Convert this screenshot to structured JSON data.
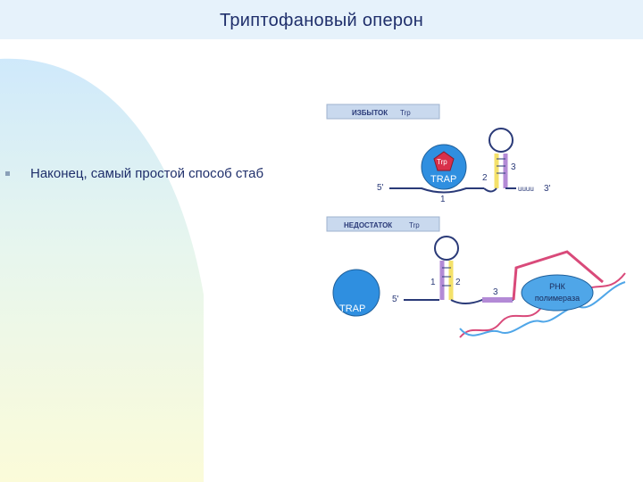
{
  "page": {
    "title": "Триптофановый оперон"
  },
  "bullet": {
    "text": "Наконец, самый простой способ стаб"
  },
  "diagram": {
    "excess_panel": {
      "label": "ИЗБЫТОК",
      "sublabel": "Trp"
    },
    "deficit_panel": {
      "label": "НЕДОСТАТОК",
      "sublabel": "Trp"
    },
    "trp_label": "Trp",
    "trap_label": "TRAP",
    "end5_label": "5'",
    "end3_label": "3'",
    "polyu_label": "uuuu",
    "region_1": "1",
    "region_2": "2",
    "region_3": "3",
    "polymerase_line1": "РНК",
    "polymerase_line2": "полимераза"
  },
  "colors": {
    "title_bg": "#e6f2fb",
    "title_text": "#1f2f6b",
    "panel_label_bg": "#c9d9ee",
    "trap_blue": "#2f8fe0",
    "trp_red": "#d9304a",
    "rna_pink": "#d94a7a",
    "stem_yellow": "#f4e16a",
    "polymerase_blue": "#4fa6e8"
  }
}
